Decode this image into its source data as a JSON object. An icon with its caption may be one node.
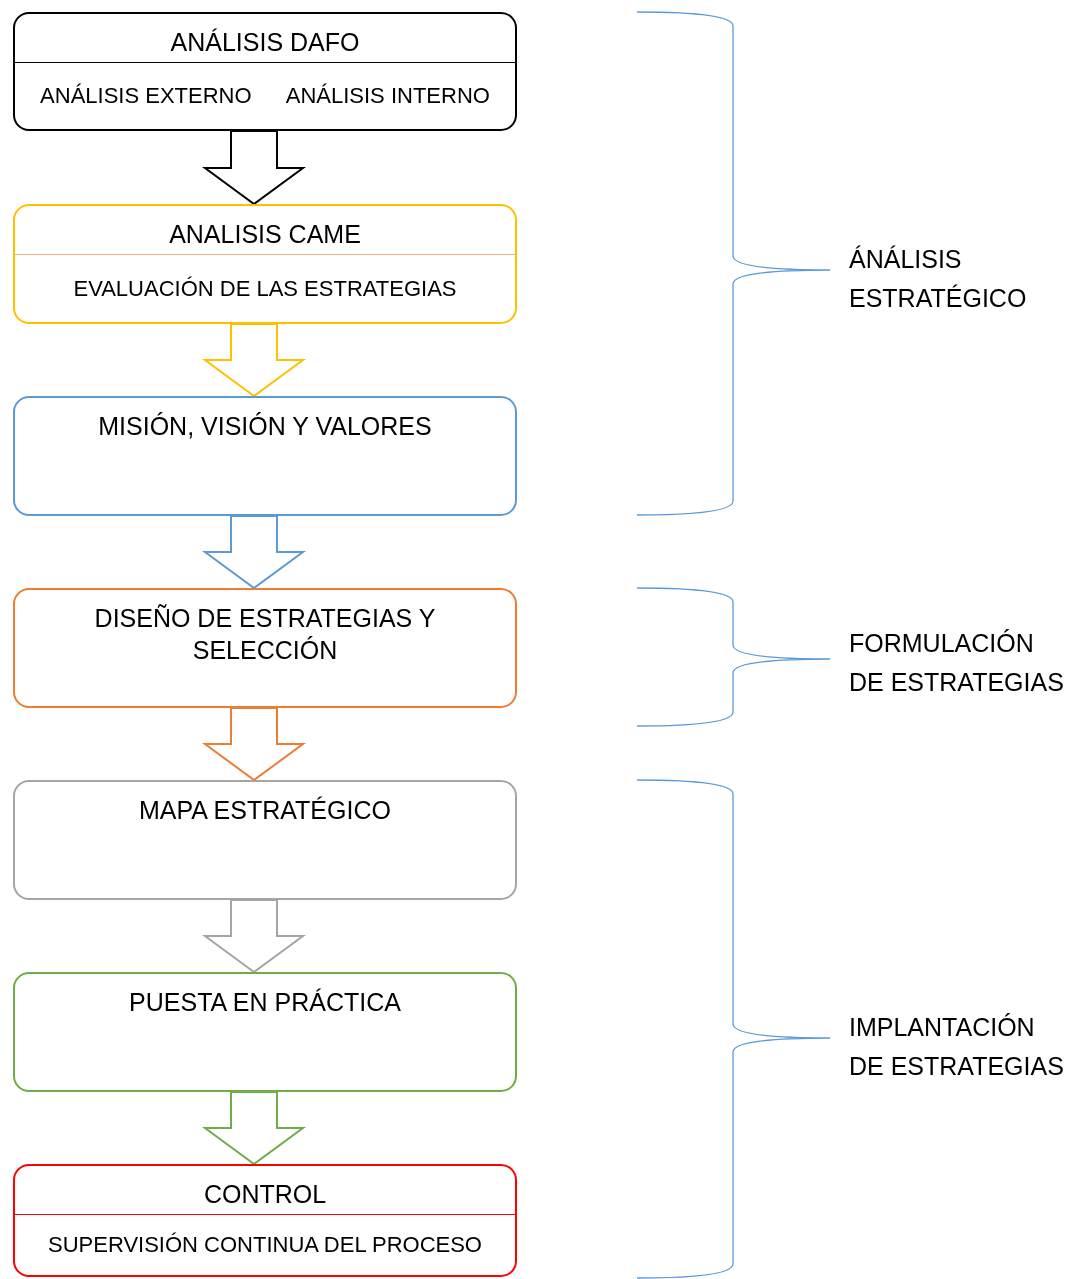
{
  "diagram": {
    "nodes": [
      {
        "text": [
          "ANÁLISIS DAFO",
          "ANÁLISIS EXTERNO",
          "ANÁLISIS INTERNO"
        ]
      },
      {
        "text": [
          "ANALISIS CAME",
          "EVALUACIÓN DE LAS ESTRATEGIAS"
        ]
      },
      {
        "text": [
          "MISIÓN, VISIÓN Y VALORES"
        ]
      },
      {
        "text": [
          "DISEÑO DE ESTRATEGIAS Y SELECCIÓN"
        ]
      },
      {
        "text": [
          "MAPA ESTRATÉGICO"
        ]
      },
      {
        "text": [
          "PUESTA EN PRÁCTICA"
        ]
      },
      {
        "text": [
          "CONTROL",
          "SUPERVISIÓN CONTINUA DEL PROCESO"
        ]
      }
    ],
    "edges": [
      {
        "from": 0,
        "to": 1,
        "arrow": "to",
        "style": "thick",
        "color": "#000000"
      },
      {
        "from": 1,
        "to": 2,
        "arrow": "to",
        "style": "thick",
        "color": "#ffc000"
      },
      {
        "from": 2,
        "to": 3,
        "arrow": "to",
        "style": "thick",
        "color": "#5b9bd5"
      },
      {
        "from": 3,
        "to": 4,
        "arrow": "to",
        "style": "thick",
        "color": "#ed7d31"
      },
      {
        "from": 4,
        "to": 5,
        "arrow": "to",
        "style": "thick",
        "color": "#a5a5a5"
      },
      {
        "from": 5,
        "to": 6,
        "arrow": "to",
        "style": "thick",
        "color": "#70ad47"
      }
    ],
    "labels": [
      "ÁNÁLISIS ESTRATÉGICO",
      "FORMULACIÓN DE ESTRATEGIAS",
      "IMPLANTACIÓN DE ESTRATEGIAS"
    ]
  }
}
